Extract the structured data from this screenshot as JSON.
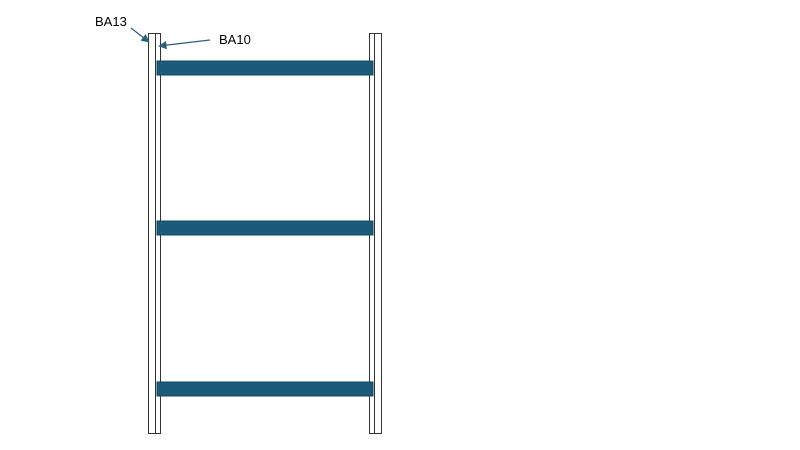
{
  "labels": {
    "ba13": "BA13",
    "ba10": "BA10"
  },
  "colors": {
    "shelf_fill": "#1b5a7a",
    "shelf_stroke": "#16465e",
    "upright_stroke": "#333333",
    "callout_arrow": "#2a5f7c"
  },
  "diagram": {
    "uprights": [
      "left-upright",
      "right-upright"
    ],
    "shelves": [
      "top-shelf",
      "middle-shelf",
      "bottom-shelf"
    ]
  }
}
